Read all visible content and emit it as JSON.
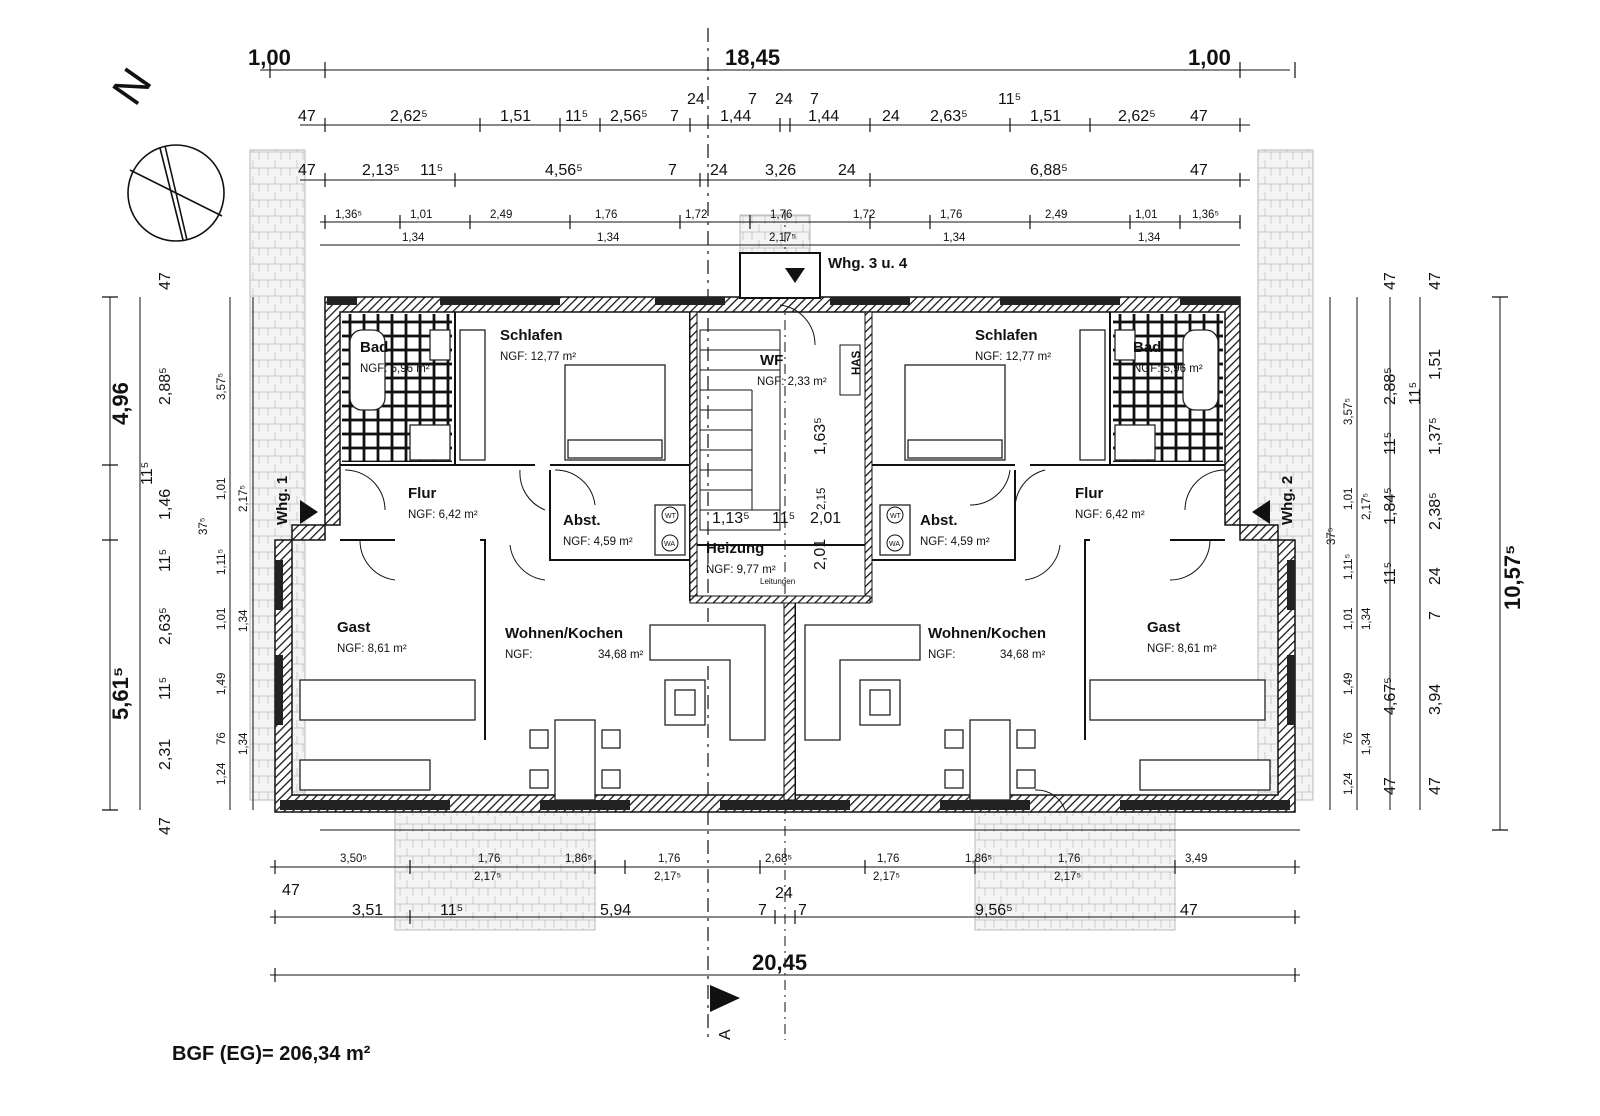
{
  "north_label": "N",
  "dims_top_overall": [
    "1,00",
    "18,45",
    "1,00"
  ],
  "dims_top_row1": [
    "47",
    "2,62⁵",
    "1,51",
    "11⁵",
    "2,56⁵",
    "7",
    "24",
    "1,44",
    "7",
    "24",
    "7",
    "1,44",
    "24",
    "2,63⁵",
    "11⁵",
    "1,51",
    "2,62⁵",
    "47"
  ],
  "dims_top_row2": [
    "47",
    "2,13⁵",
    "11⁵",
    "4,56⁵",
    "7",
    "24",
    "3,26",
    "24",
    "6,88⁵",
    "47"
  ],
  "dims_top_row3": [
    "1,36⁵",
    "1,01",
    "2,49",
    "1,76",
    "1,72",
    "1,76",
    "1,72",
    "1,76",
    "2,49",
    "1,01",
    "1,36⁵"
  ],
  "dims_top_row4": [
    "1,34",
    "1,34",
    "2,17⁵",
    "1,34",
    "1,34"
  ],
  "dims_left_big": [
    "4,96",
    "5,61⁵"
  ],
  "dims_left_col1": [
    "47",
    "2,88⁵",
    "11⁵",
    "1,46",
    "11⁵",
    "2,63⁵",
    "11⁵",
    "2,31",
    "47"
  ],
  "dims_left_col2": [
    "3,57⁵",
    "1,01",
    "37⁵",
    "1,11⁵",
    "1,01",
    "1,49",
    "76",
    "1,24"
  ],
  "dims_left_col3": [
    "2,17⁵",
    "1,34",
    "1,34"
  ],
  "dims_right_big": "10,57⁵",
  "dims_right_col1": [
    "3,57⁵",
    "1,01",
    "37⁵",
    "1,11⁵",
    "1,01",
    "1,49",
    "76",
    "1,24"
  ],
  "dims_right_col2": [
    "2,17⁵",
    "1,34",
    "1,34"
  ],
  "dims_right_col3": [
    "47",
    "2,88⁵",
    "11⁵",
    "1,84⁵",
    "11⁵",
    "4,67⁵",
    "47"
  ],
  "dims_right_col4": [
    "47",
    "1,51",
    "11⁵",
    "1,37⁵",
    "2,38⁵",
    "24",
    "7",
    "3,94",
    "47"
  ],
  "dims_bottom_row1": [
    "3,50⁵",
    "1,76",
    "1,86⁵",
    "1,76",
    "2,68⁵",
    "1,76",
    "1,86⁵",
    "1,76",
    "3,49"
  ],
  "dims_bottom_row1b": [
    "2,17⁵",
    "2,17⁵",
    "2,17⁵",
    "2,17⁵"
  ],
  "dims_bottom_row2": [
    "47",
    "3,51",
    "11⁵",
    "5,94",
    "7",
    "24",
    "7",
    "9,56⁵",
    "47"
  ],
  "dims_bottom_overall": "20,45",
  "section_label": "A",
  "rooms": [
    {
      "name": "Bad",
      "area": "NGF: 5,96 m²"
    },
    {
      "name": "Schlafen",
      "area": "NGF: 12,77 m²"
    },
    {
      "name": "WF",
      "area": "NGF: 2,33 m²"
    },
    {
      "name": "Flur",
      "area": "NGF: 6,42 m²"
    },
    {
      "name": "Abst.",
      "area": "NGF: 4,59 m²"
    },
    {
      "name": "Gast",
      "area": "NGF: 8,61 m²"
    },
    {
      "name": "Wohnen/Kochen",
      "area_label": "NGF:",
      "area_value": "34,68 m²"
    },
    {
      "name": "Heizung",
      "area": "NGF: 9,77 m²"
    },
    {
      "name": "Schlafen",
      "area": "NGF: 12,77 m²"
    },
    {
      "name": "Bad",
      "area": "NGF: 5,96 m²"
    },
    {
      "name": "Flur",
      "area": "NGF: 6,42 m²"
    },
    {
      "name": "Abst.",
      "area": "NGF: 4,59 m²"
    },
    {
      "name": "Wohnen/Kochen",
      "area_label": "NGF:",
      "area_value": "34,68 m²"
    },
    {
      "name": "Gast",
      "area": "NGF: 8,61 m²"
    }
  ],
  "stair_dims": [
    "1,13⁵",
    "11⁵",
    "2,01",
    "1,63⁵",
    "2,01",
    "2,15"
  ],
  "labels": {
    "whg1": "Whg. 1",
    "whg2": "Whg. 2",
    "whg34": "Whg. 3 u. 4",
    "has": "HAS",
    "leitungen": "Leitungen",
    "wt": "WT",
    "wa": "WA"
  },
  "bgf": "BGF (EG)=  206,34 m²"
}
